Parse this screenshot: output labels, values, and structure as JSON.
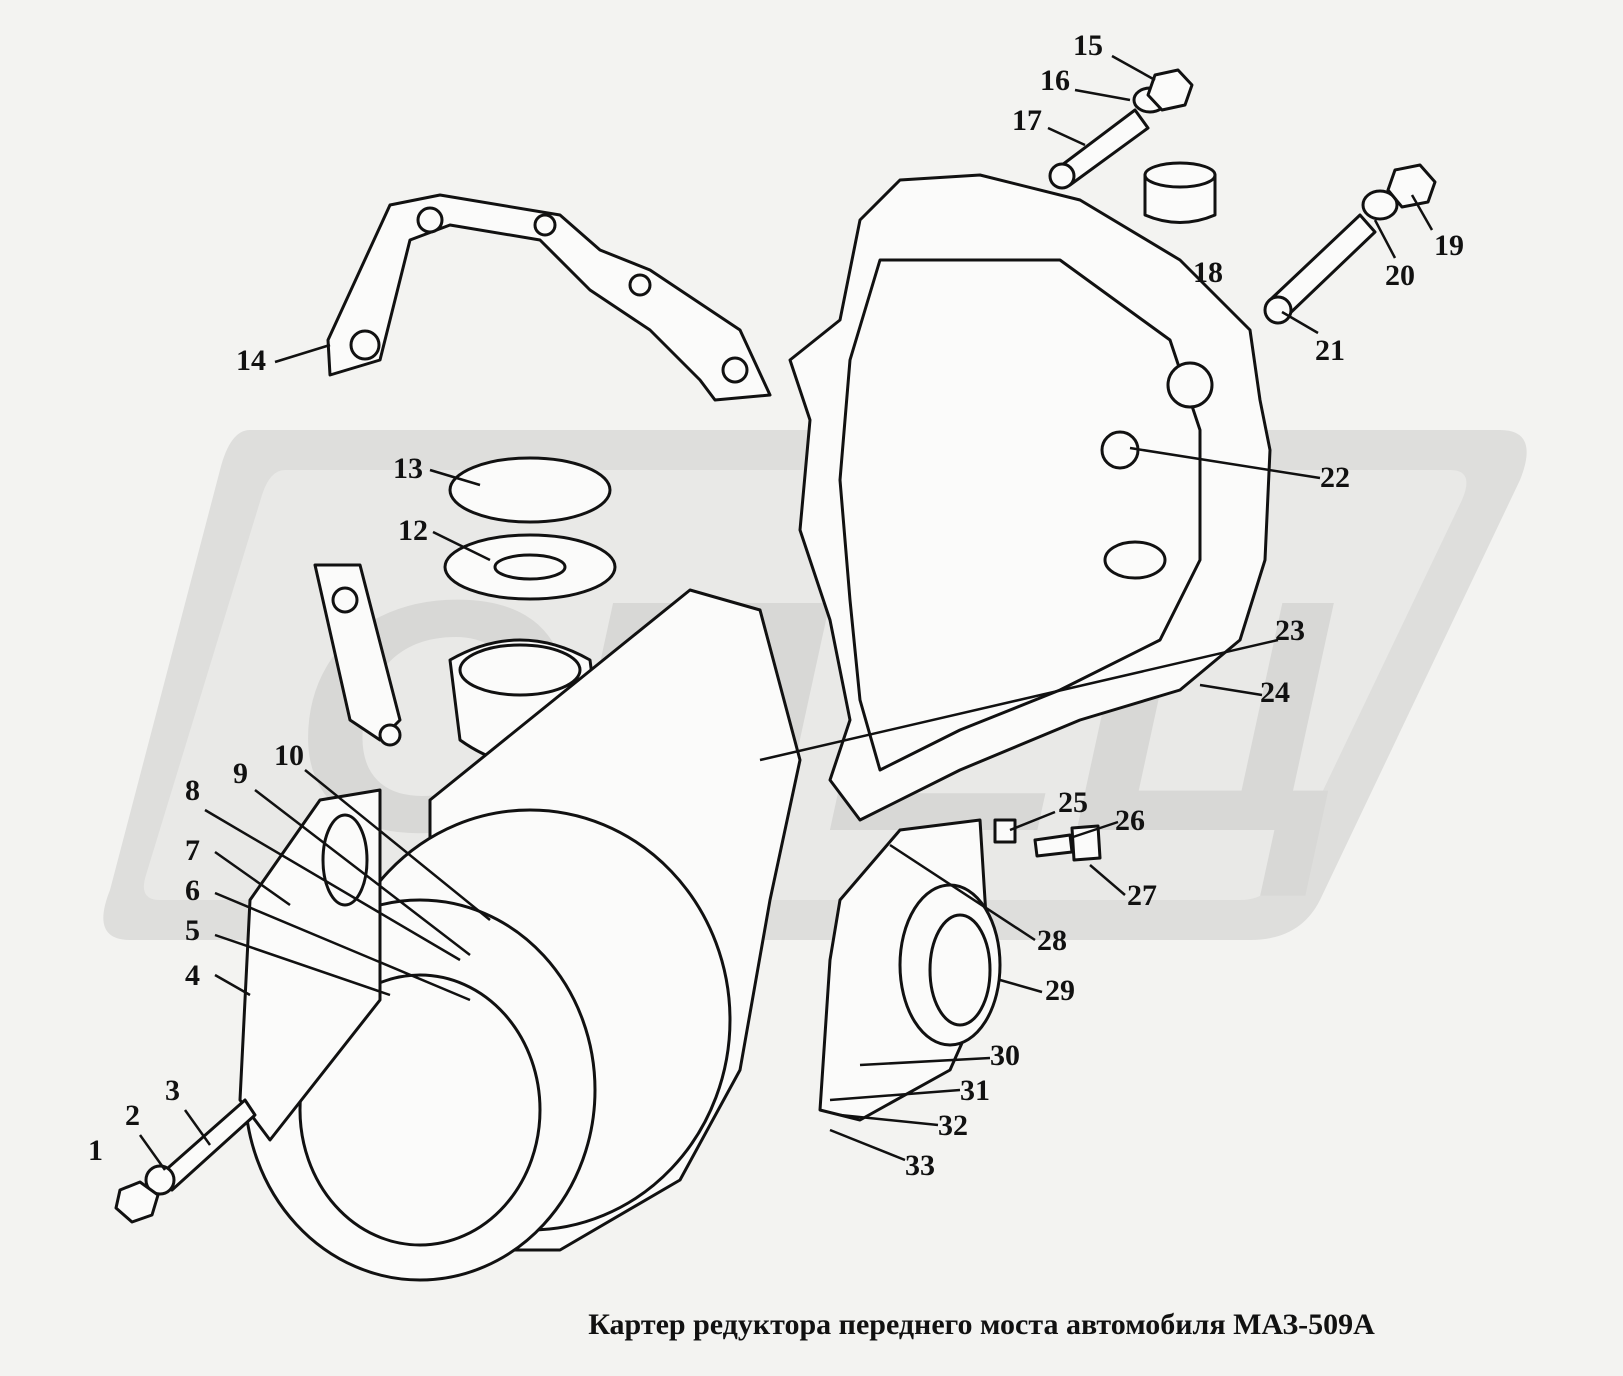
{
  "caption": "Картер редуктора переднего моста автомобиля МАЗ-509А",
  "watermark": "СПЕЦ",
  "colors": {
    "background": "#f3f3f1",
    "ink": "#111111",
    "watermark": "#d8d8d6",
    "part_fill": "#fbfbfa"
  },
  "callouts": [
    {
      "label": "1"
    },
    {
      "label": "2"
    },
    {
      "label": "3"
    },
    {
      "label": "4"
    },
    {
      "label": "5"
    },
    {
      "label": "6"
    },
    {
      "label": "7"
    },
    {
      "label": "8"
    },
    {
      "label": "9"
    },
    {
      "label": "10"
    },
    {
      "label": "12"
    },
    {
      "label": "13"
    },
    {
      "label": "14"
    },
    {
      "label": "15"
    },
    {
      "label": "16"
    },
    {
      "label": "17"
    },
    {
      "label": "18"
    },
    {
      "label": "19"
    },
    {
      "label": "20"
    },
    {
      "label": "21"
    },
    {
      "label": "22"
    },
    {
      "label": "23"
    },
    {
      "label": "24"
    },
    {
      "label": "25"
    },
    {
      "label": "26"
    },
    {
      "label": "27"
    },
    {
      "label": "28"
    },
    {
      "label": "29"
    },
    {
      "label": "30"
    },
    {
      "label": "31"
    },
    {
      "label": "32"
    },
    {
      "label": "33"
    }
  ]
}
